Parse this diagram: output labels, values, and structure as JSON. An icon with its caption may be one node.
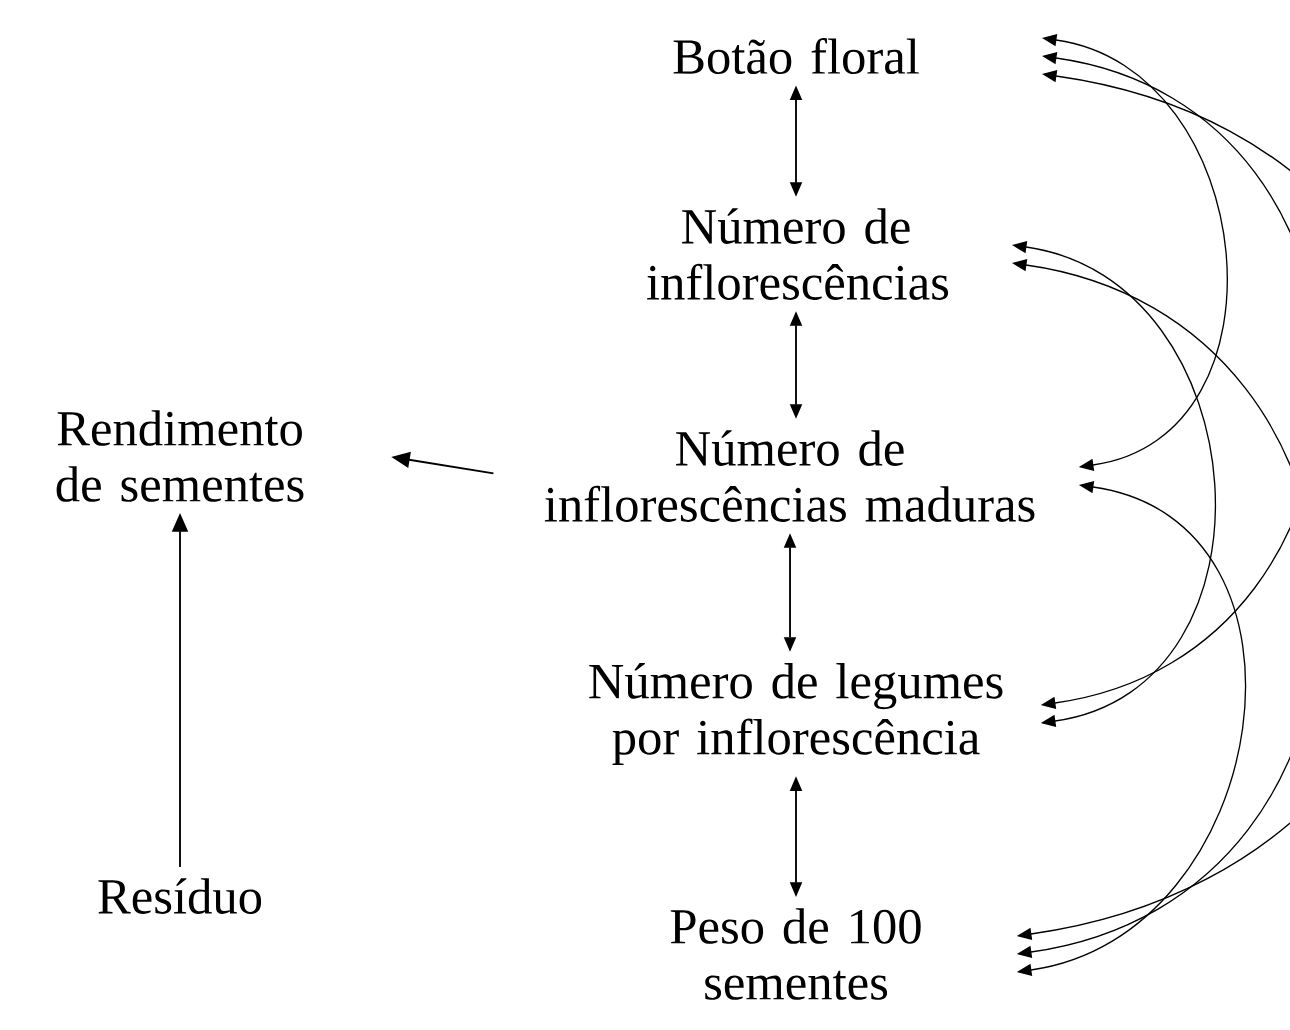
{
  "diagram": {
    "nodes": [
      {
        "text": [
          "Botão floral"
        ]
      },
      {
        "text": [
          "Número de inflorescências"
        ]
      },
      {
        "text": [
          "Número de inflorescências maduras"
        ]
      },
      {
        "text": [
          "Número de legumes por inflorescência"
        ]
      },
      {
        "text": [
          "Peso de 100 sementes"
        ]
      },
      {
        "text": [
          "Rendimento de sementes"
        ]
      },
      {
        "text": [
          "Resíduo"
        ]
      }
    ],
    "edges": [
      {
        "from": 0,
        "to": 1,
        "arrow": "both"
      },
      {
        "from": 1,
        "to": 2,
        "arrow": "both"
      },
      {
        "from": 2,
        "to": 3,
        "arrow": "both"
      },
      {
        "from": 3,
        "to": 4,
        "arrow": "both"
      },
      {
        "from": 2,
        "to": 5,
        "arrow": "to"
      },
      {
        "from": 6,
        "to": 5,
        "arrow": "to"
      },
      {
        "from": 0,
        "to": 2,
        "arrow": "both"
      },
      {
        "from": 0,
        "to": 3,
        "arrow": "both"
      },
      {
        "from": 0,
        "to": 4,
        "arrow": "both"
      },
      {
        "from": 1,
        "to": 3,
        "arrow": "both"
      },
      {
        "from": 1,
        "to": 4,
        "arrow": "both"
      },
      {
        "from": 2,
        "to": 4,
        "arrow": "both"
      }
    ]
  }
}
